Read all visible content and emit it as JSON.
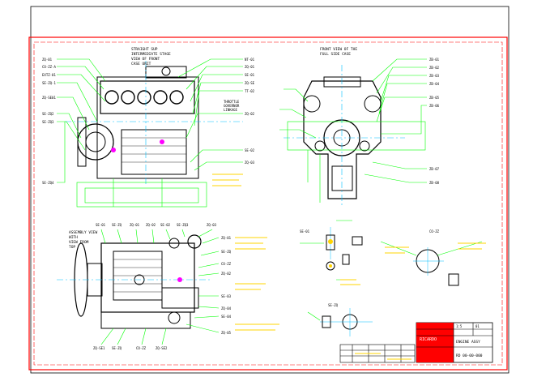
{
  "colors": {
    "frame": "#ff0000",
    "leader": "#00ff00",
    "drawing": "#000000",
    "centerline": "#00bfff",
    "callout": "#ffd400",
    "hatch": "#0000ff",
    "magenta": "#ff00ff"
  },
  "views": {
    "left": {
      "note": [
        "STRAIGHT SUP",
        "INTERMEDIATE STAGE",
        "VIEW OF FRONT",
        "CASE UNIT"
      ],
      "callouts_left": [
        "ZQ-01",
        "CO-ZZ-A",
        "EXTZ-01",
        "SE-ZQ-1",
        "ZQ-SE01",
        "SE-ZQ2",
        "SE-ZQ3",
        "SE-ZQ4"
      ],
      "callouts_right": [
        "NT-01",
        "ZQ-01",
        "SE-01",
        "ZQ-SE",
        "TT-02",
        "ZQ-02",
        "SE-02",
        "ZQ-03"
      ],
      "side_note": [
        "THROTTLE",
        "GOVERNOR",
        "LINKAGE"
      ]
    },
    "right": {
      "note": [
        "FRONT VIEW OF THE",
        "FULL SIDE CASE"
      ],
      "callouts_right": [
        "ZB-01",
        "ZB-02",
        "ZB-03",
        "ZB-04",
        "ZB-05",
        "ZB-06",
        "ZB-07",
        "ZB-08"
      ]
    },
    "bottom_left": {
      "note": [
        "ASSEMBLY VIEW",
        "WITH",
        "VIEW FROM",
        "TOP"
      ],
      "callouts_top": [
        "SE-01",
        "SE-ZQ",
        "ZQ-01",
        "ZQ-02",
        "SE-02",
        "SE-ZQ3",
        "ZQ-03"
      ],
      "callouts_right": [
        "ZQ-01",
        "SE-ZQ",
        "CO-ZZ",
        "ZQ-02",
        "SE-03",
        "ZQ-04",
        "SE-04",
        "ZQ-05"
      ],
      "callouts_bottom": [
        "ZQ-SE1",
        "SE-ZQ",
        "CO-ZZ",
        "ZQ-SE2"
      ]
    },
    "details": {
      "detail_a": "SE-01",
      "detail_b": "CO-ZZ",
      "detail_c": "SE-ZQ"
    }
  },
  "title_block": {
    "drawing_name": "ENGINE ASSY",
    "company": "RICARDO",
    "number": "RD 00-00-000",
    "sheet": "01",
    "scale": "1:5"
  }
}
